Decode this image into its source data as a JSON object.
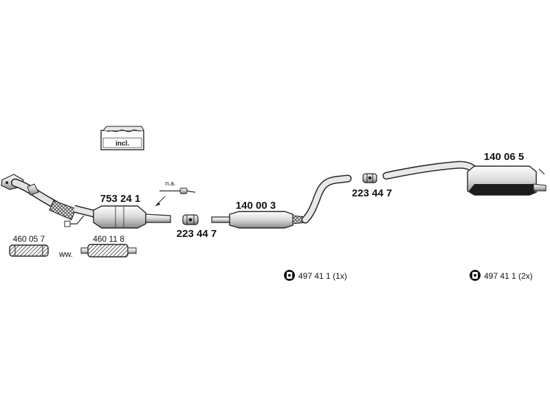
{
  "parts": {
    "catalytic_converter": "753 24 1",
    "front_pipe_flex_a": "460 05 7",
    "front_pipe_flex_b": "460 11 8",
    "clamp_front": "223 44 7",
    "clamp_rear": "223 44 7",
    "middle_silencer": "140 00 3",
    "rear_silencer": "140 06 5",
    "mounting_kit_1": "497 41 1 (1x)",
    "mounting_kit_2": "497 41 1 (2x)"
  },
  "annotations": {
    "incl_box": "incl.",
    "na_sensor": "n.a.",
    "or_separator": "ww."
  }
}
